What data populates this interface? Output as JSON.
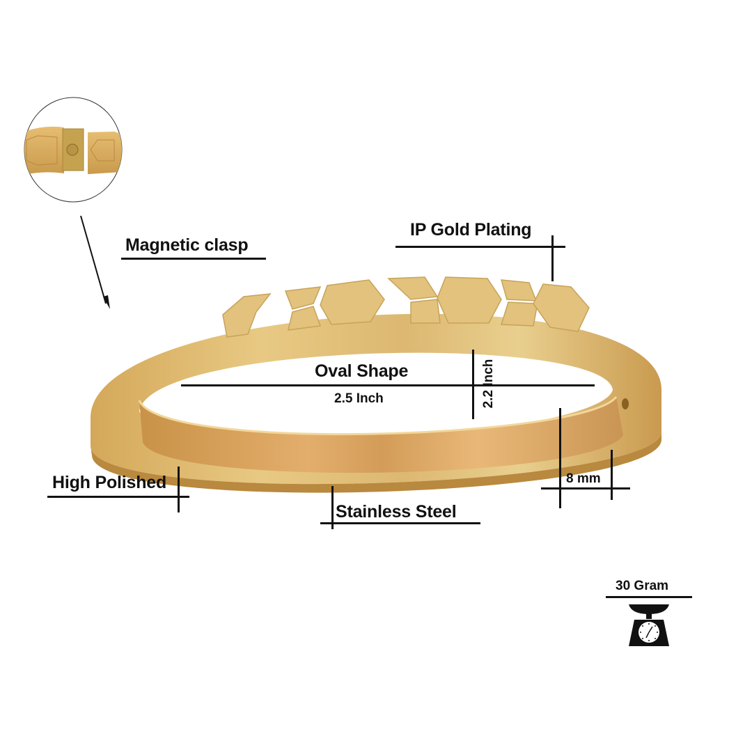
{
  "product": {
    "type": "bangle bracelet",
    "color_primary": "#d9b266",
    "color_highlight": "#f3dc9e",
    "color_shadow": "#b8893e"
  },
  "callouts": {
    "magnetic_clasp": "Magnetic clasp",
    "ip_gold_plating": "IP Gold Plating",
    "oval_shape": "Oval Shape",
    "width_dimension": "2.5 Inch",
    "height_dimension": "2.2 Inch",
    "thickness": "8 mm",
    "high_polished": "High Polished",
    "stainless_steel": "Stainless Steel",
    "weight": "30 Gram"
  },
  "icons": {
    "clasp_detail": "magnified-clasp-inset",
    "arrow": "arrow-down-right-icon",
    "weight": "kitchen-scale-icon"
  }
}
